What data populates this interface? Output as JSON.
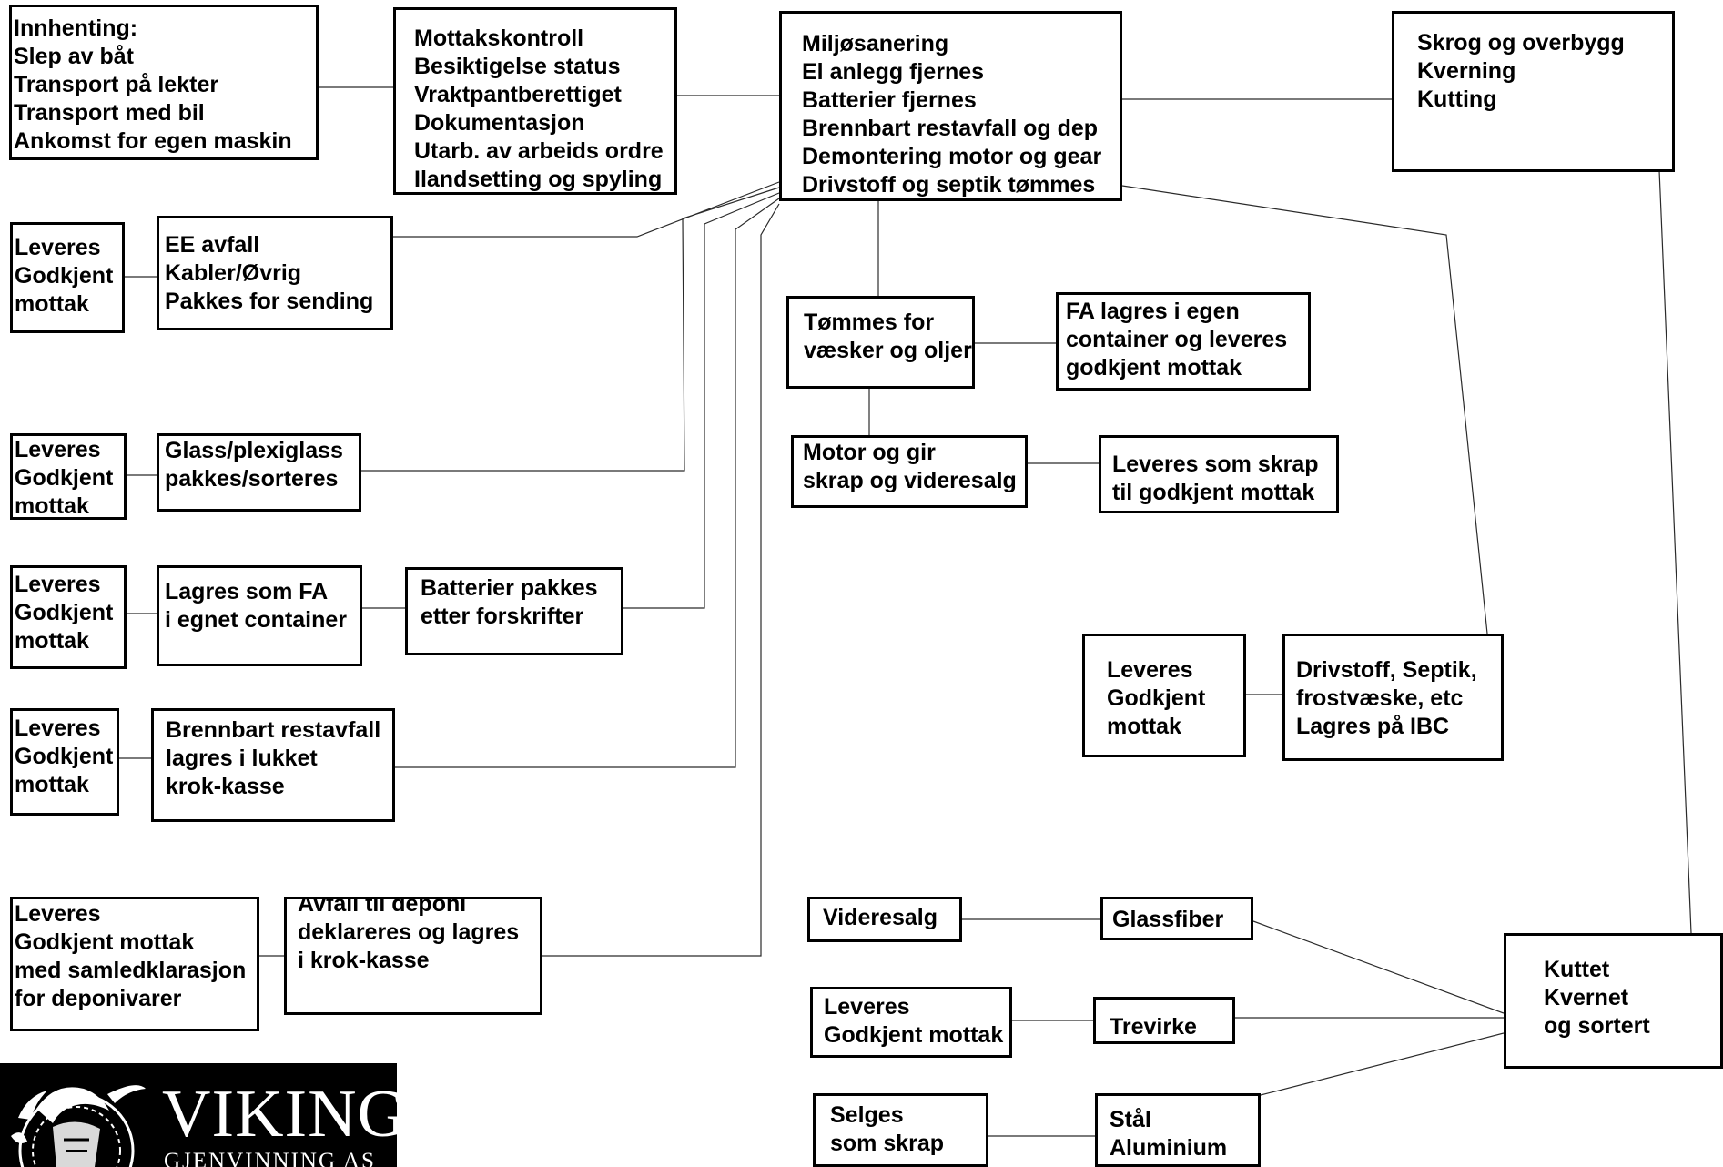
{
  "diagram": {
    "boxes": {
      "innhenting": [
        "Innhenting:",
        "Slep av båt",
        "Transport på lekter",
        "Transport med bil",
        "Ankomst for egen maskin"
      ],
      "mottakskontroll": [
        "Mottakskontroll",
        "Besiktigelse status",
        "Vraktpantberettiget",
        "Dokumentasjon",
        "Utarb. av arbeids ordre",
        "Ilandsetting og spyling"
      ],
      "miljosanering": [
        "Miljøsanering",
        "El anlegg fjernes",
        "Batterier fjernes",
        "Brennbart restavfall og dep",
        "Demontering motor og gear",
        "Drivstoff og septik tømmes"
      ],
      "skrog": [
        "Skrog og overbygg",
        "Kverning",
        "Kutting"
      ],
      "leveres_ee": [
        "Leveres",
        "Godkjent",
        "mottak"
      ],
      "ee_avfall": [
        "EE avfall",
        "Kabler/Øvrig",
        "Pakkes for sending"
      ],
      "leveres_glass": [
        "Leveres",
        "Godkjent",
        "mottak"
      ],
      "glass": [
        "Glass/plexiglass",
        "pakkes/sorteres"
      ],
      "leveres_batt": [
        "Leveres",
        "Godkjent",
        "mottak"
      ],
      "lagres_fa": [
        "Lagres som FA",
        "i egnet container"
      ],
      "batterier_pakkes": [
        "Batterier pakkes",
        "etter forskrifter"
      ],
      "leveres_brenn": [
        "Leveres",
        "Godkjent",
        "mottak"
      ],
      "brennbart": [
        "Brennbart restavfall",
        "lagres i lukket",
        "krok-kasse"
      ],
      "leveres_deponi": [
        "Leveres",
        "Godkjent mottak",
        "med samledklarasjon",
        "for deponivarer"
      ],
      "avfall_deponi": [
        "Avfall til deponi",
        "deklareres og lagres",
        "i krok-kasse"
      ],
      "tommes": [
        "Tømmes for",
        "væsker og oljer"
      ],
      "fa_lagres": [
        "FA lagres i egen",
        "container og leveres",
        "godkjent mottak"
      ],
      "motor_gir": [
        "Motor og gir",
        "skrap og videresalg"
      ],
      "leveres_skrap": [
        "Leveres som skrap",
        "til godkjent mottak"
      ],
      "leveres_drivstoff": [
        "Leveres",
        "Godkjent",
        "mottak"
      ],
      "drivstoff": [
        "Drivstoff, Septik,",
        "frostvæske, etc",
        "Lagres på IBC"
      ],
      "videresalg": [
        "Videresalg"
      ],
      "glassfiber": [
        "Glassfiber"
      ],
      "leveres_trevirke": [
        "Leveres",
        "Godkjent mottak"
      ],
      "trevirke": [
        "Trevirke"
      ],
      "selges": [
        "Selges",
        "som skrap"
      ],
      "stal": [
        "Stål",
        "Aluminium"
      ],
      "kuttet": [
        "Kuttet",
        "Kvernet",
        "og sortert"
      ]
    }
  },
  "logo": {
    "title": "VIKING",
    "subtitle": "GJENVINNING AS"
  }
}
